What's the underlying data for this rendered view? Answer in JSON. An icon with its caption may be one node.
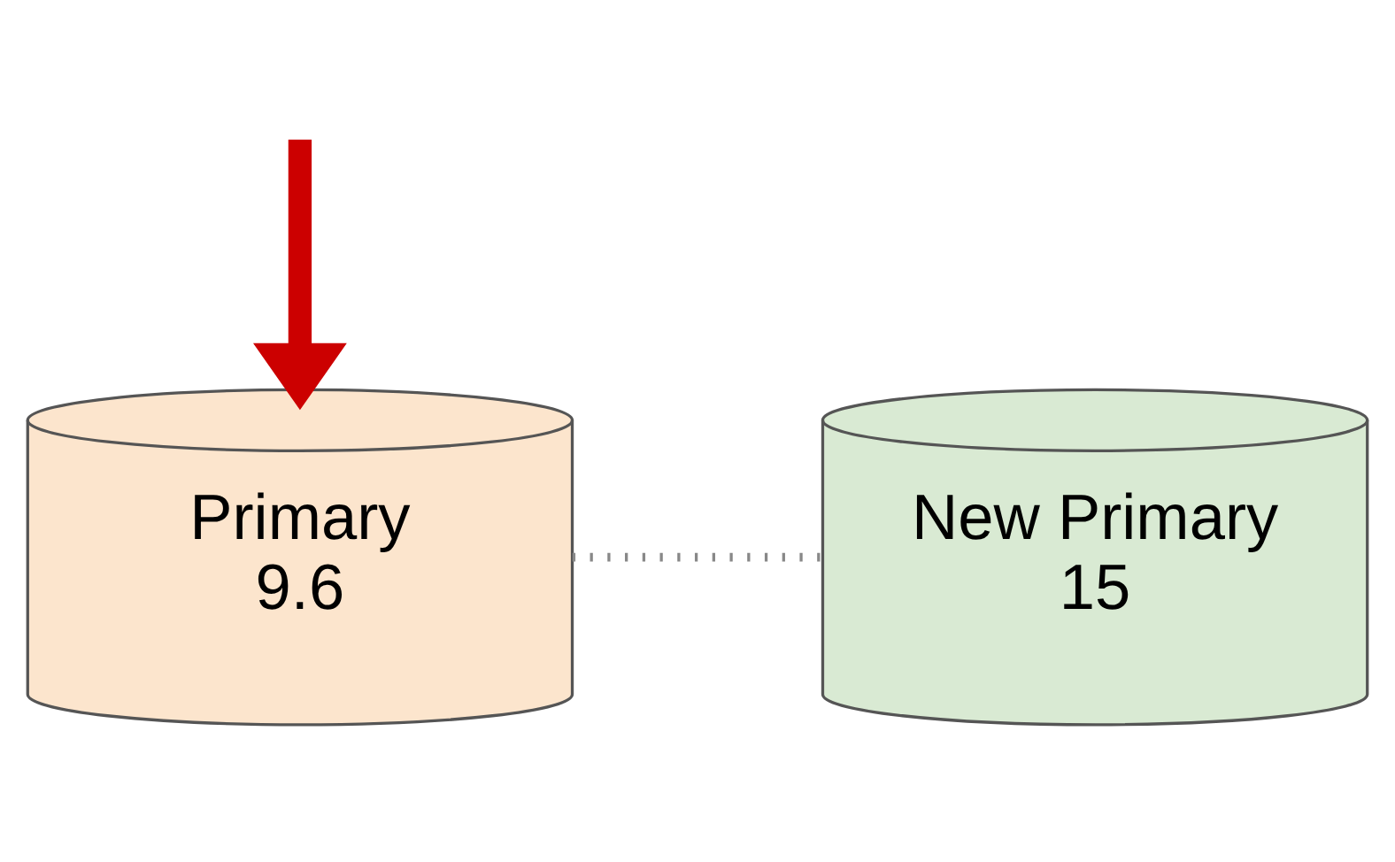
{
  "diagram": {
    "nodes": [
      {
        "text": [
          "Primary",
          "9.6"
        ]
      },
      {
        "text": [
          "New Primary",
          "15"
        ]
      }
    ],
    "edges": [
      {
        "from": null,
        "to": 0,
        "arrow": "to",
        "style": "thick",
        "color": "#cc0000"
      },
      {
        "from": 0,
        "to": 1,
        "arrow": "none",
        "style": "dashed",
        "color": "#888888"
      }
    ]
  }
}
